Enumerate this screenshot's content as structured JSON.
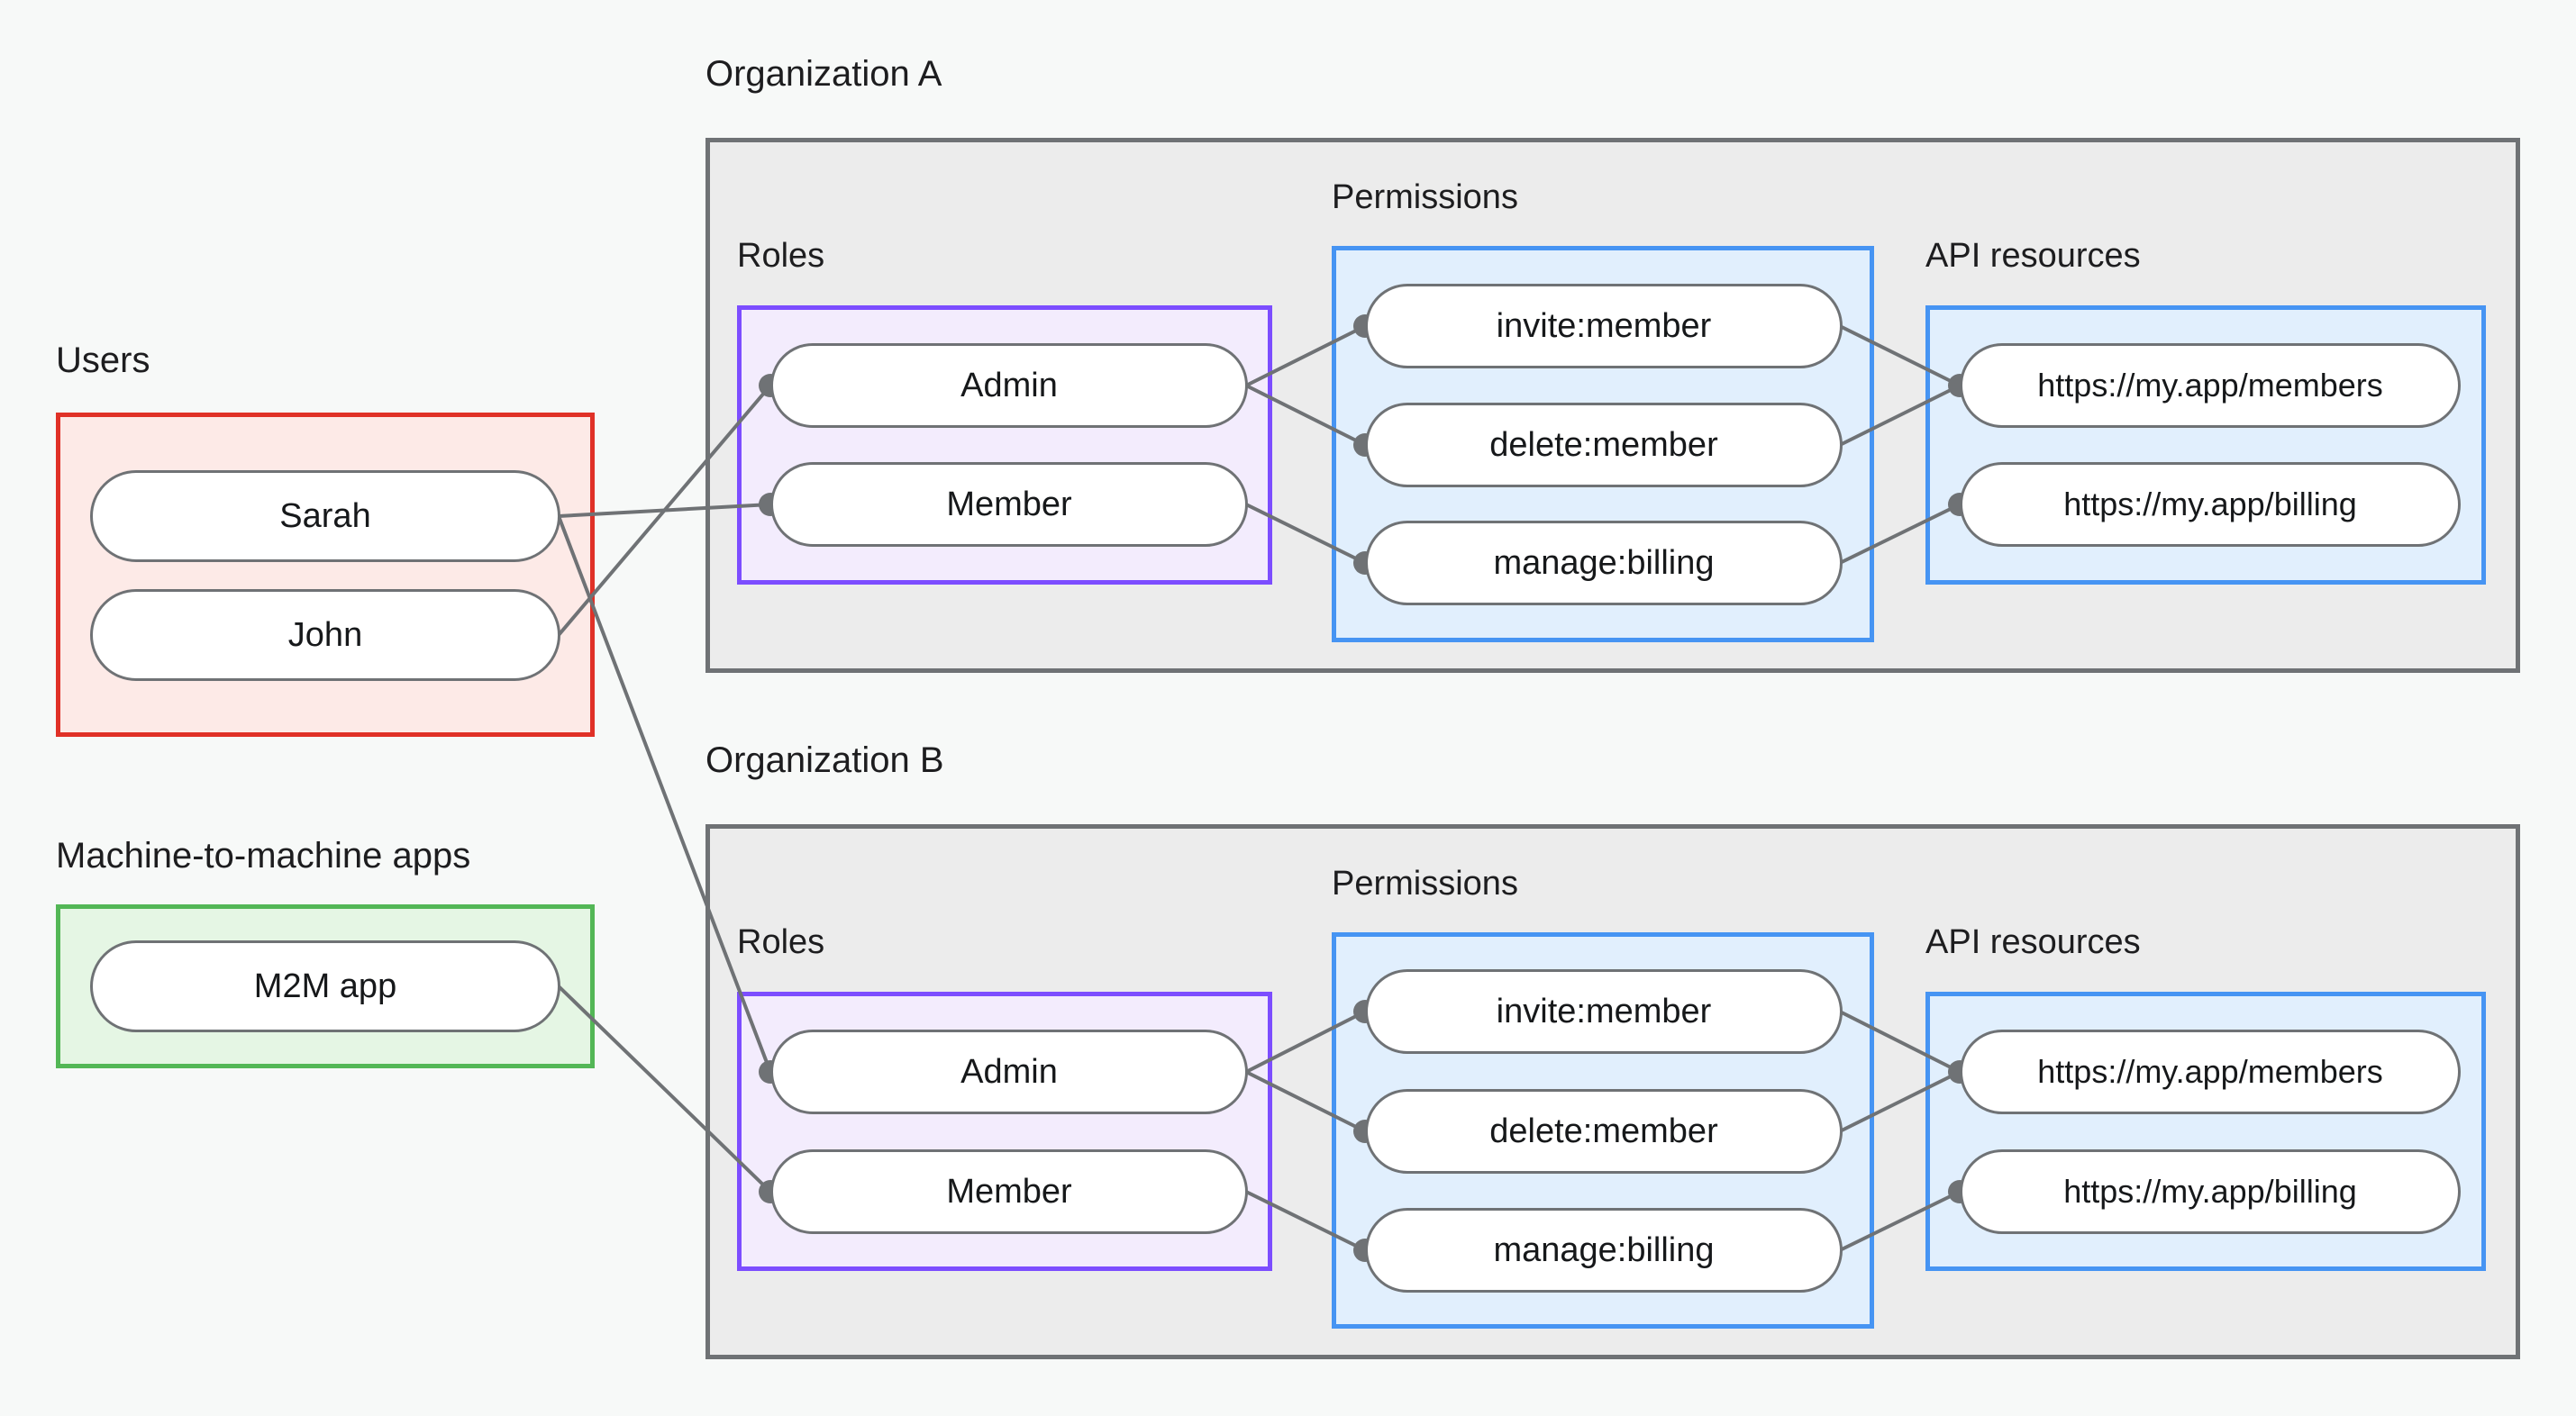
{
  "diagram": {
    "title": "Organization RBAC diagram",
    "background_color": "#f7f9f8"
  },
  "palette": {
    "users_border": "#e03127",
    "users_fill": "#fdeae7",
    "m2m_border": "#53b756",
    "m2m_fill": "#e5f6e4",
    "roles_border": "#7c4dff",
    "roles_fill": "#f3ecfd",
    "blue_border": "#4694f3",
    "blue_fill": "#e1effd",
    "org_border": "#6f7275",
    "org_fill": "#ececec",
    "node_border": "#6f7275",
    "node_fill": "#ffffff",
    "edge": "#6f7275",
    "text": "#1d1d1f"
  },
  "left_column": {
    "users": {
      "label": "Users",
      "items": [
        {
          "label": "Sarah"
        },
        {
          "label": "John"
        }
      ]
    },
    "m2m": {
      "label": "Machine-to-machine apps",
      "items": [
        {
          "label": "M2M app"
        }
      ]
    }
  },
  "organizations": [
    {
      "title": "Organization A",
      "roles": {
        "label": "Roles",
        "items": [
          {
            "label": "Admin"
          },
          {
            "label": "Member"
          }
        ]
      },
      "permissions": {
        "label": "Permissions",
        "items": [
          {
            "label": "invite:member"
          },
          {
            "label": "delete:member"
          },
          {
            "label": "manage:billing"
          }
        ]
      },
      "api_resources": {
        "label": "API resources",
        "items": [
          {
            "label": "https://my.app/members"
          },
          {
            "label": "https://my.app/billing"
          }
        ]
      }
    },
    {
      "title": "Organization B",
      "roles": {
        "label": "Roles",
        "items": [
          {
            "label": "Admin"
          },
          {
            "label": "Member"
          }
        ]
      },
      "permissions": {
        "label": "Permissions",
        "items": [
          {
            "label": "invite:member"
          },
          {
            "label": "delete:member"
          },
          {
            "label": "manage:billing"
          }
        ]
      },
      "api_resources": {
        "label": "API resources",
        "items": [
          {
            "label": "https://my.app/members"
          },
          {
            "label": "https://my.app/billing"
          }
        ]
      }
    }
  ],
  "connections": [
    {
      "from": "Sarah",
      "to": "Organization A / Member"
    },
    {
      "from": "John",
      "to": "Organization A / Admin"
    },
    {
      "from": "Sarah",
      "to": "Organization B / Admin"
    },
    {
      "from": "M2M app",
      "to": "Organization B / Member"
    },
    {
      "from": "Organization A / Admin",
      "to": "Organization A / invite:member"
    },
    {
      "from": "Organization A / Admin",
      "to": "Organization A / delete:member"
    },
    {
      "from": "Organization A / Member",
      "to": "Organization A / manage:billing"
    },
    {
      "from": "Organization A / invite:member",
      "to": "Organization A / https://my.app/members"
    },
    {
      "from": "Organization A / delete:member",
      "to": "Organization A / https://my.app/members"
    },
    {
      "from": "Organization A / manage:billing",
      "to": "Organization A / https://my.app/billing"
    },
    {
      "from": "Organization B / Admin",
      "to": "Organization B / invite:member"
    },
    {
      "from": "Organization B / Admin",
      "to": "Organization B / delete:member"
    },
    {
      "from": "Organization B / Member",
      "to": "Organization B / manage:billing"
    },
    {
      "from": "Organization B / invite:member",
      "to": "Organization B / https://my.app/members"
    },
    {
      "from": "Organization B / delete:member",
      "to": "Organization B / https://my.app/members"
    },
    {
      "from": "Organization B / manage:billing",
      "to": "Organization B / https://my.app/billing"
    }
  ]
}
